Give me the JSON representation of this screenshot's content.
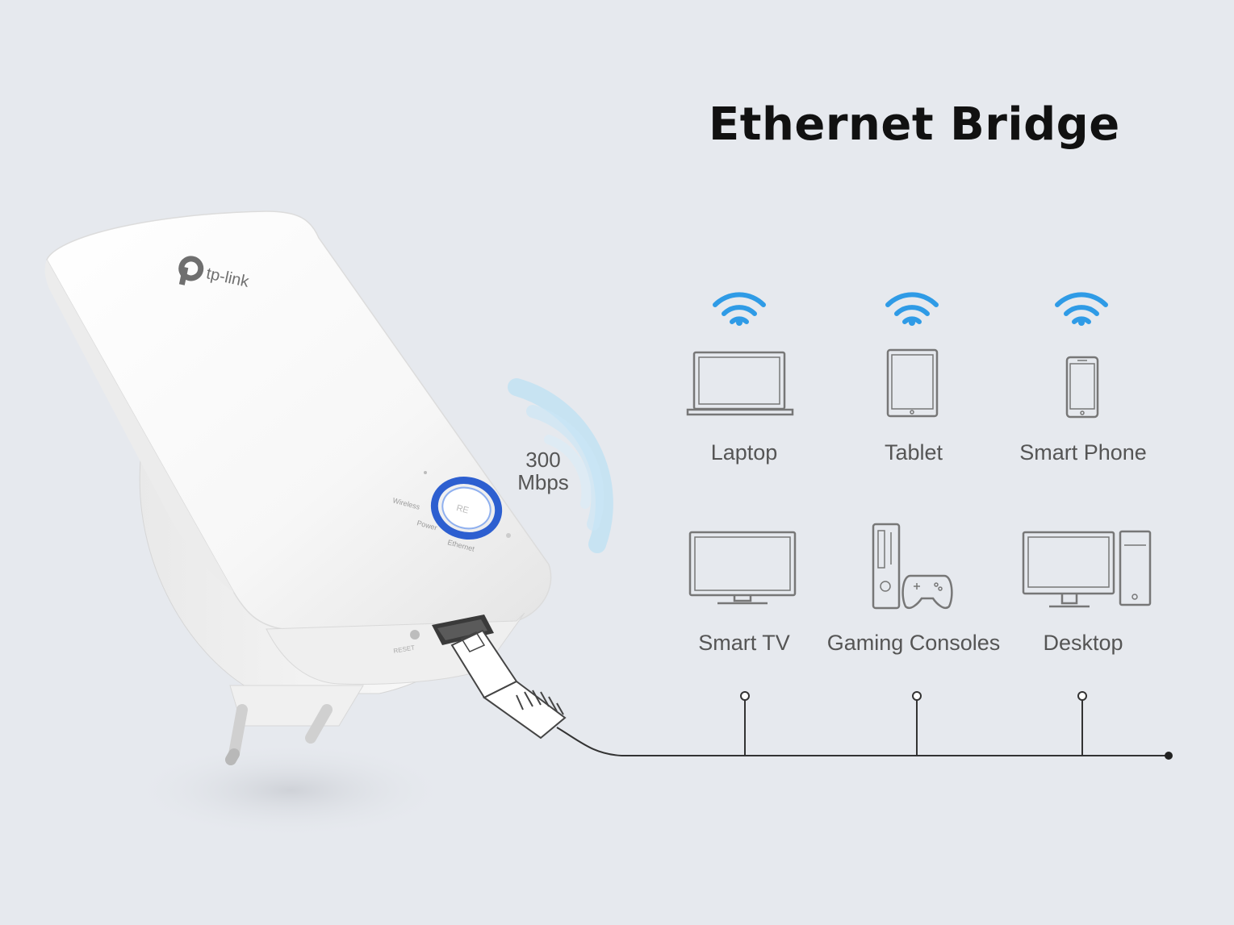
{
  "title": "Ethernet Bridge",
  "brand": "tp-link",
  "device_leds": [
    "Wireless",
    "Power",
    "Ethernet"
  ],
  "speed": {
    "value": "300",
    "unit": "Mbps"
  },
  "wireless_devices": [
    {
      "label": "Laptop",
      "icon": "laptop-icon"
    },
    {
      "label": "Tablet",
      "icon": "tablet-icon"
    },
    {
      "label": "Smart Phone",
      "icon": "smartphone-icon"
    }
  ],
  "wired_devices": [
    {
      "label": "Smart TV",
      "icon": "tv-icon"
    },
    {
      "label": "Gaming Consoles",
      "icon": "gaming-console-icon"
    },
    {
      "label": "Desktop",
      "icon": "desktop-icon"
    }
  ],
  "colors": {
    "background": "#e6e9ee",
    "wifi": "#2f9be6",
    "led_ring": "#2d5fd0",
    "line": "#333333"
  }
}
